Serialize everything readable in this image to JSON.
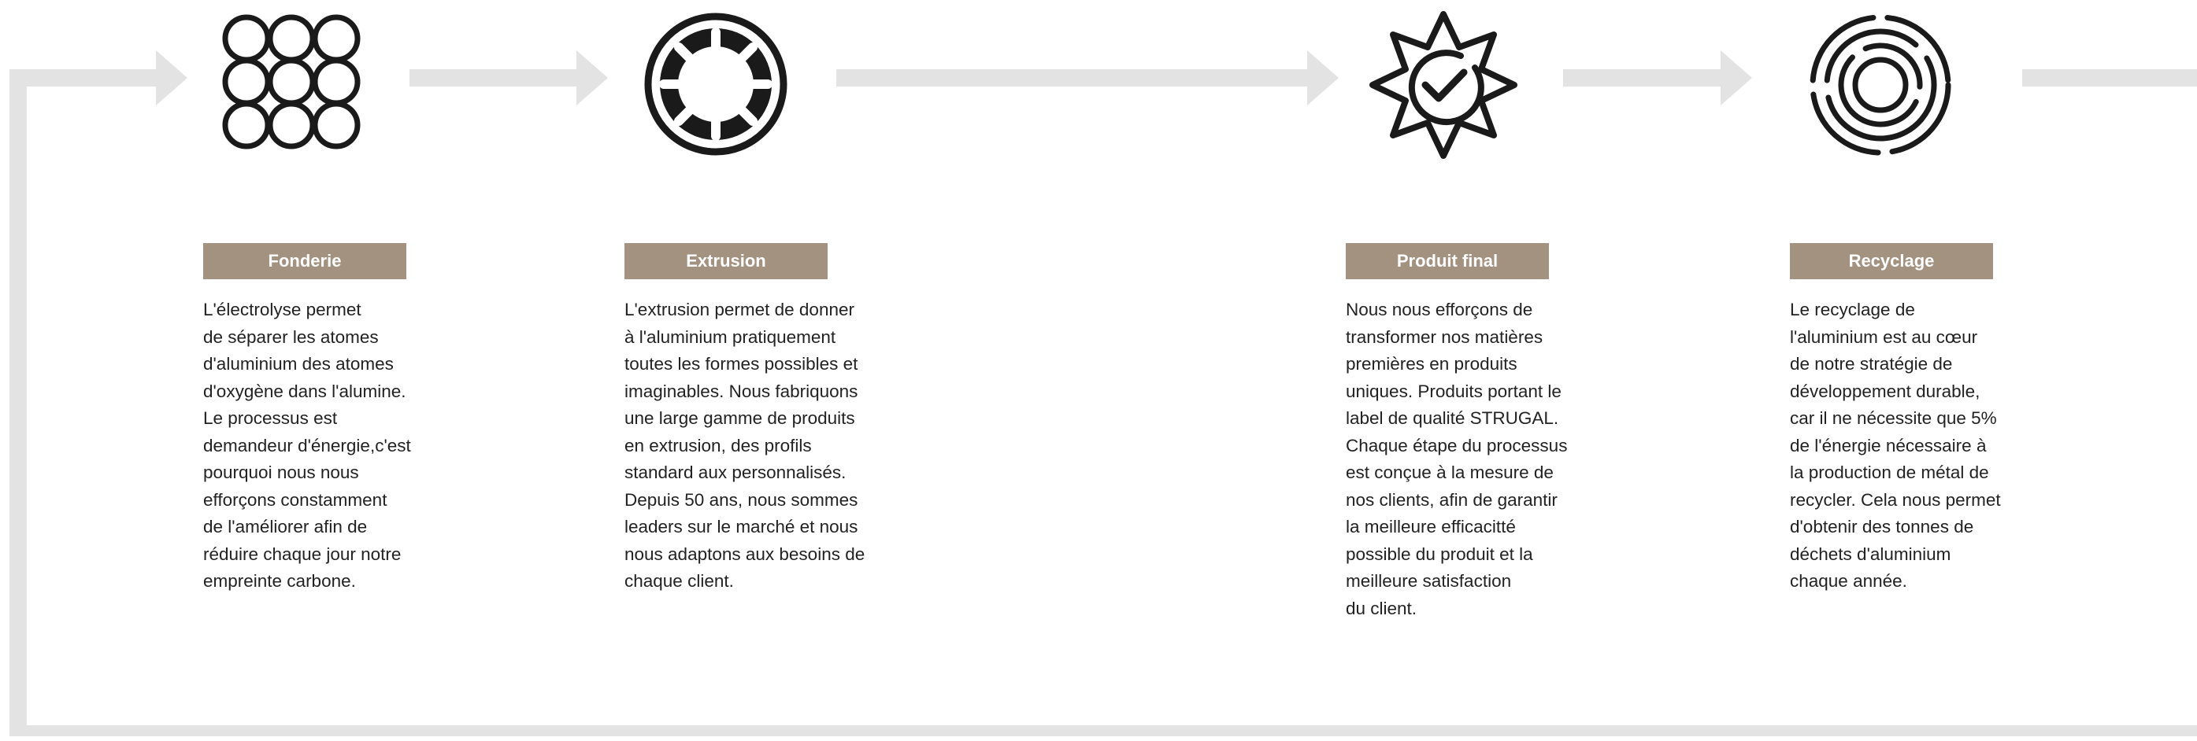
{
  "colors": {
    "label_bg": "#a39280",
    "connector": "#e3e3e3",
    "icon": "#1a1a1a"
  },
  "steps": [
    {
      "label": "Fonderie",
      "icon": "grid-of-circles-icon",
      "lines": [
        "L'électrolyse permet",
        "de séparer les atomes",
        "d'aluminium des atomes",
        "d'oxygène dans l'alumine.",
        "Le processus est",
        "demandeur d'énergie,c'est",
        "pourquoi nous nous",
        "efforçons constamment",
        "de l'améliorer afin de",
        "réduire chaque jour notre",
        "empreinte carbone."
      ]
    },
    {
      "label": "Extrusion",
      "icon": "extrusion-die-icon",
      "lines": [
        "L'extrusion permet de donner",
        "à l'aluminium pratiquement",
        "toutes les formes possibles et",
        "imaginables. Nous fabriquons",
        "une large gamme de produits",
        "en extrusion, des profils",
        "standard aux personnalisés.",
        "Depuis 50 ans, nous sommes",
        "leaders sur le marché et nous",
        "nous adaptons aux besoins de",
        "chaque client."
      ]
    },
    {
      "label": "Produit final",
      "icon": "quality-badge-check-icon",
      "lines": [
        "Nous nous efforçons de",
        "transformer nos matières",
        "premières en produits",
        "uniques. Produits portant le",
        "label de qualité STRUGAL.",
        "Chaque étape du processus",
        "est conçue à la mesure de",
        "nos clients, afin de garantir",
        "la meilleure efficacitté",
        "possible du produit et la",
        "meilleure satisfaction",
        "du client."
      ]
    },
    {
      "label": "Recyclage",
      "icon": "recycling-rings-icon",
      "lines": [
        "Le recyclage de",
        "l'aluminium est au cœur",
        "de notre stratégie de",
        "développement durable,",
        "car il ne nécessite que 5%",
        "de l'énergie nécessaire à",
        "la production de métal de",
        "recycler.  Cela nous permet",
        "d'obtenir des tonnes de",
        "déchets d'aluminium",
        "chaque année."
      ]
    }
  ]
}
